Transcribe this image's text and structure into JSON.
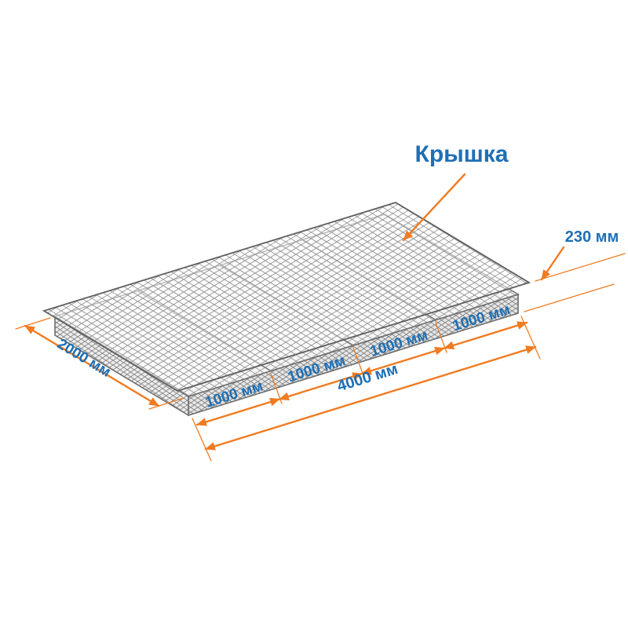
{
  "diagram": {
    "labels": {
      "lid": "Крышка",
      "height": "230 мм",
      "width": "2000 мм",
      "total_length": "4000 мм",
      "segments": [
        "1000 мм",
        "1000 мм",
        "1000 мм",
        "1000 мм"
      ]
    },
    "colors": {
      "dimension": "#F07B21",
      "text": "#1E6FB5",
      "mesh": "#939393",
      "background": "#FFFFFF"
    },
    "icons": {
      "arrowhead": "dimension-arrowhead-icon"
    }
  }
}
